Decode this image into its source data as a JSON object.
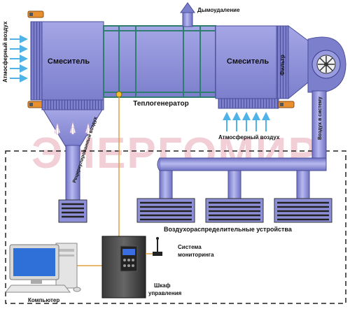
{
  "labels": {
    "smoke_exhaust": "Дымоудаление",
    "atmospheric_air_left": "Атмосферный воздух",
    "mixer_left": "Смеситель",
    "mixer_right": "Смеситель",
    "filter": "Фильтр",
    "heat_generator": "Теплогенератор",
    "atmospheric_air_bottom": "Атмосферный воздух",
    "recirculated_air": "Рециркулированный воздух",
    "air_to_system": "Воздух в систему",
    "air_distribution_devices": "Воздухораспределительные устройства",
    "monitoring_system": "Система мониторинга",
    "control_cabinet": "Шкаф управления",
    "computer": "Компьютер"
  },
  "watermark": "ЭНЕРГОМИР",
  "colors": {
    "duct": "#8d8fd8",
    "duct_dark": "#5f62b0",
    "duct_light": "#b8baf0",
    "generator_stripe": "#2e7d6e",
    "air_arrow": "#4fb3e8",
    "recirc_arrow": "#ffffff",
    "control_wire": "#e0a040",
    "system_boundary": "#222222"
  }
}
